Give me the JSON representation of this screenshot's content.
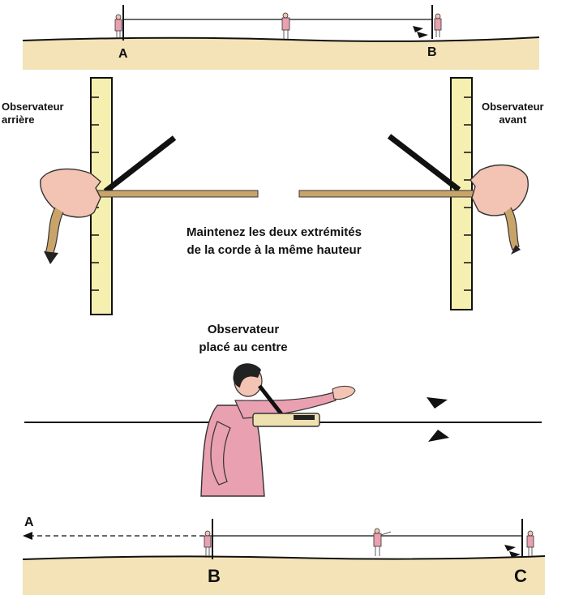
{
  "points": {
    "a": "A",
    "b": "B",
    "c": "C"
  },
  "observers": {
    "rear_line1": "Observateur",
    "rear_line2": "arrière",
    "front_line1": "Observateur",
    "front_line2": "avant",
    "center_line1": "Observateur",
    "center_line2": "placé au centre"
  },
  "instruction": {
    "line1": "Maintenez les deux extrémités",
    "line2": "de la corde à la même hauteur"
  },
  "colors": {
    "ground": "#f5e3b8",
    "staff": "#f6f0b0",
    "skin": "#f3c3b3",
    "figure": "#e9a0b0",
    "rope": "#c9a46a",
    "level_body": "#efe0b0"
  }
}
